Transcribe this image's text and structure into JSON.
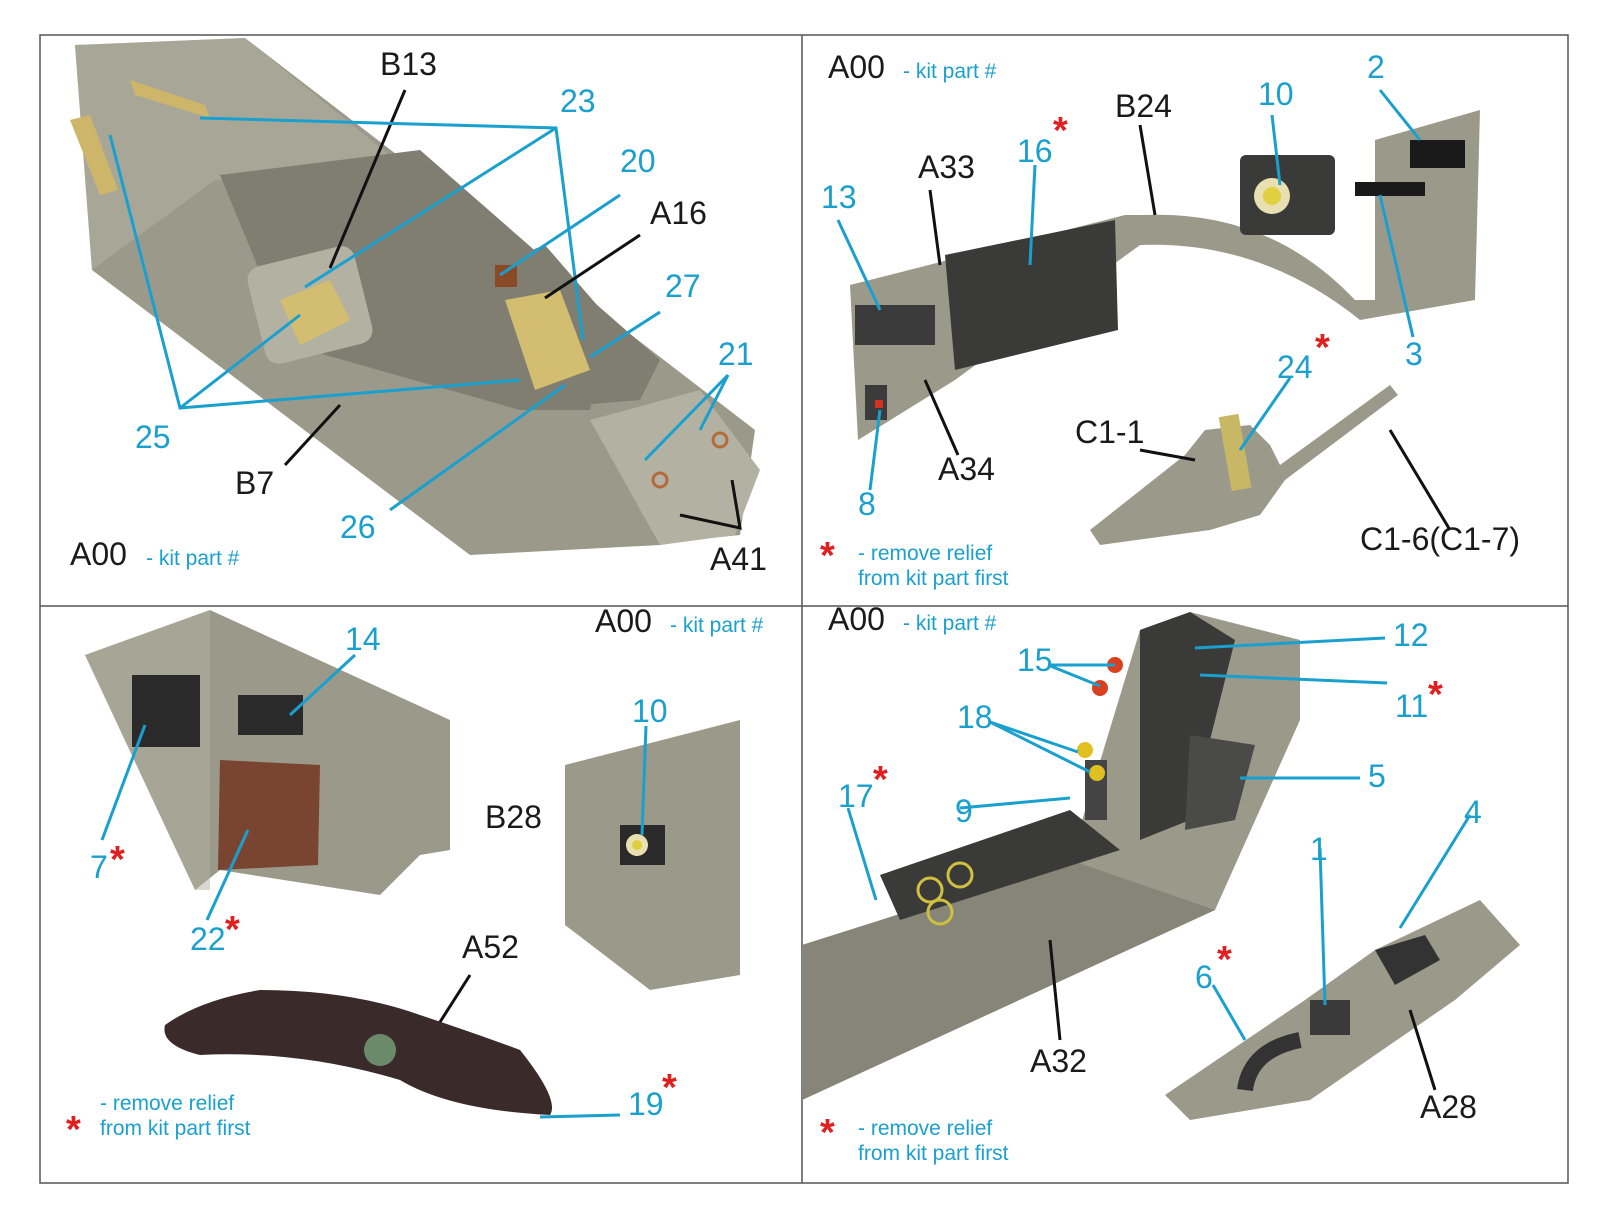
{
  "kit_part_hint": {
    "code": "A00",
    "desc": "- kit part #"
  },
  "remove_note": {
    "line1": "- remove relief",
    "line2": "from kit part first",
    "mark": "*"
  },
  "panels": {
    "p1": {
      "black": {
        "b13": "B13",
        "a16": "A16",
        "b7": "B7",
        "a41": "A41"
      },
      "blue": {
        "n23": "23",
        "n20": "20",
        "n27": "27",
        "n21": "21",
        "n25": "25",
        "n26": "26"
      }
    },
    "p2": {
      "black": {
        "b24": "B24",
        "a33": "A33",
        "a34": "A34",
        "c11": "C1-1",
        "c16": "C1-6(C1-7)"
      },
      "blue": {
        "n2": "2",
        "n10": "10",
        "n16": "16",
        "n13": "13",
        "n3": "3",
        "n24": "24",
        "n8": "8"
      }
    },
    "p3": {
      "black": {
        "b28": "B28",
        "a52": "A52"
      },
      "blue": {
        "n14": "14",
        "n10": "10",
        "n7": "7",
        "n22": "22",
        "n19": "19"
      }
    },
    "p4": {
      "black": {
        "a32": "A32",
        "a28": "A28"
      },
      "blue": {
        "n12": "12",
        "n15": "15",
        "n11": "11",
        "n18": "18",
        "n5": "5",
        "n9": "9",
        "n17": "17",
        "n4": "4",
        "n1": "1",
        "n6": "6"
      }
    }
  }
}
